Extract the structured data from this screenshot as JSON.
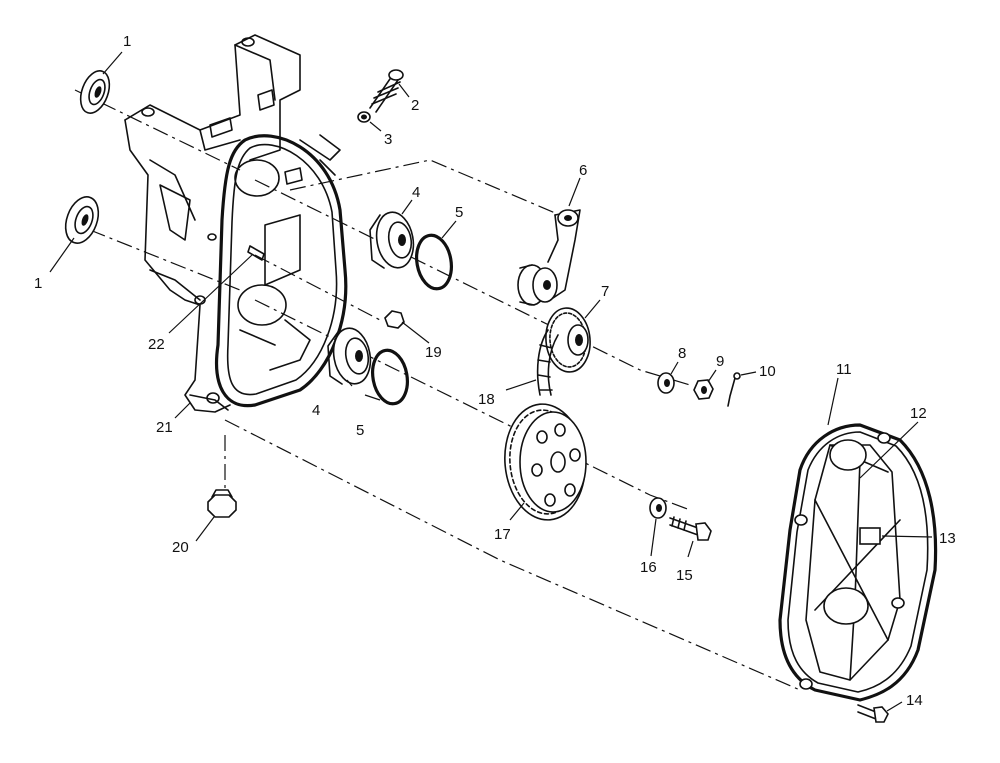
{
  "callouts": {
    "c1a": "1",
    "c1b": "1",
    "c2": "2",
    "c3": "3",
    "c4a": "4",
    "c4b": "4",
    "c5a": "5",
    "c5b": "5",
    "c6": "6",
    "c7": "7",
    "c8": "8",
    "c9": "9",
    "c10": "10",
    "c11": "11",
    "c12": "12",
    "c13": "13",
    "c14": "14",
    "c15": "15",
    "c16": "16",
    "c17": "17",
    "c18": "18",
    "c19": "19",
    "c20": "20",
    "c21": "21",
    "c22": "22"
  }
}
